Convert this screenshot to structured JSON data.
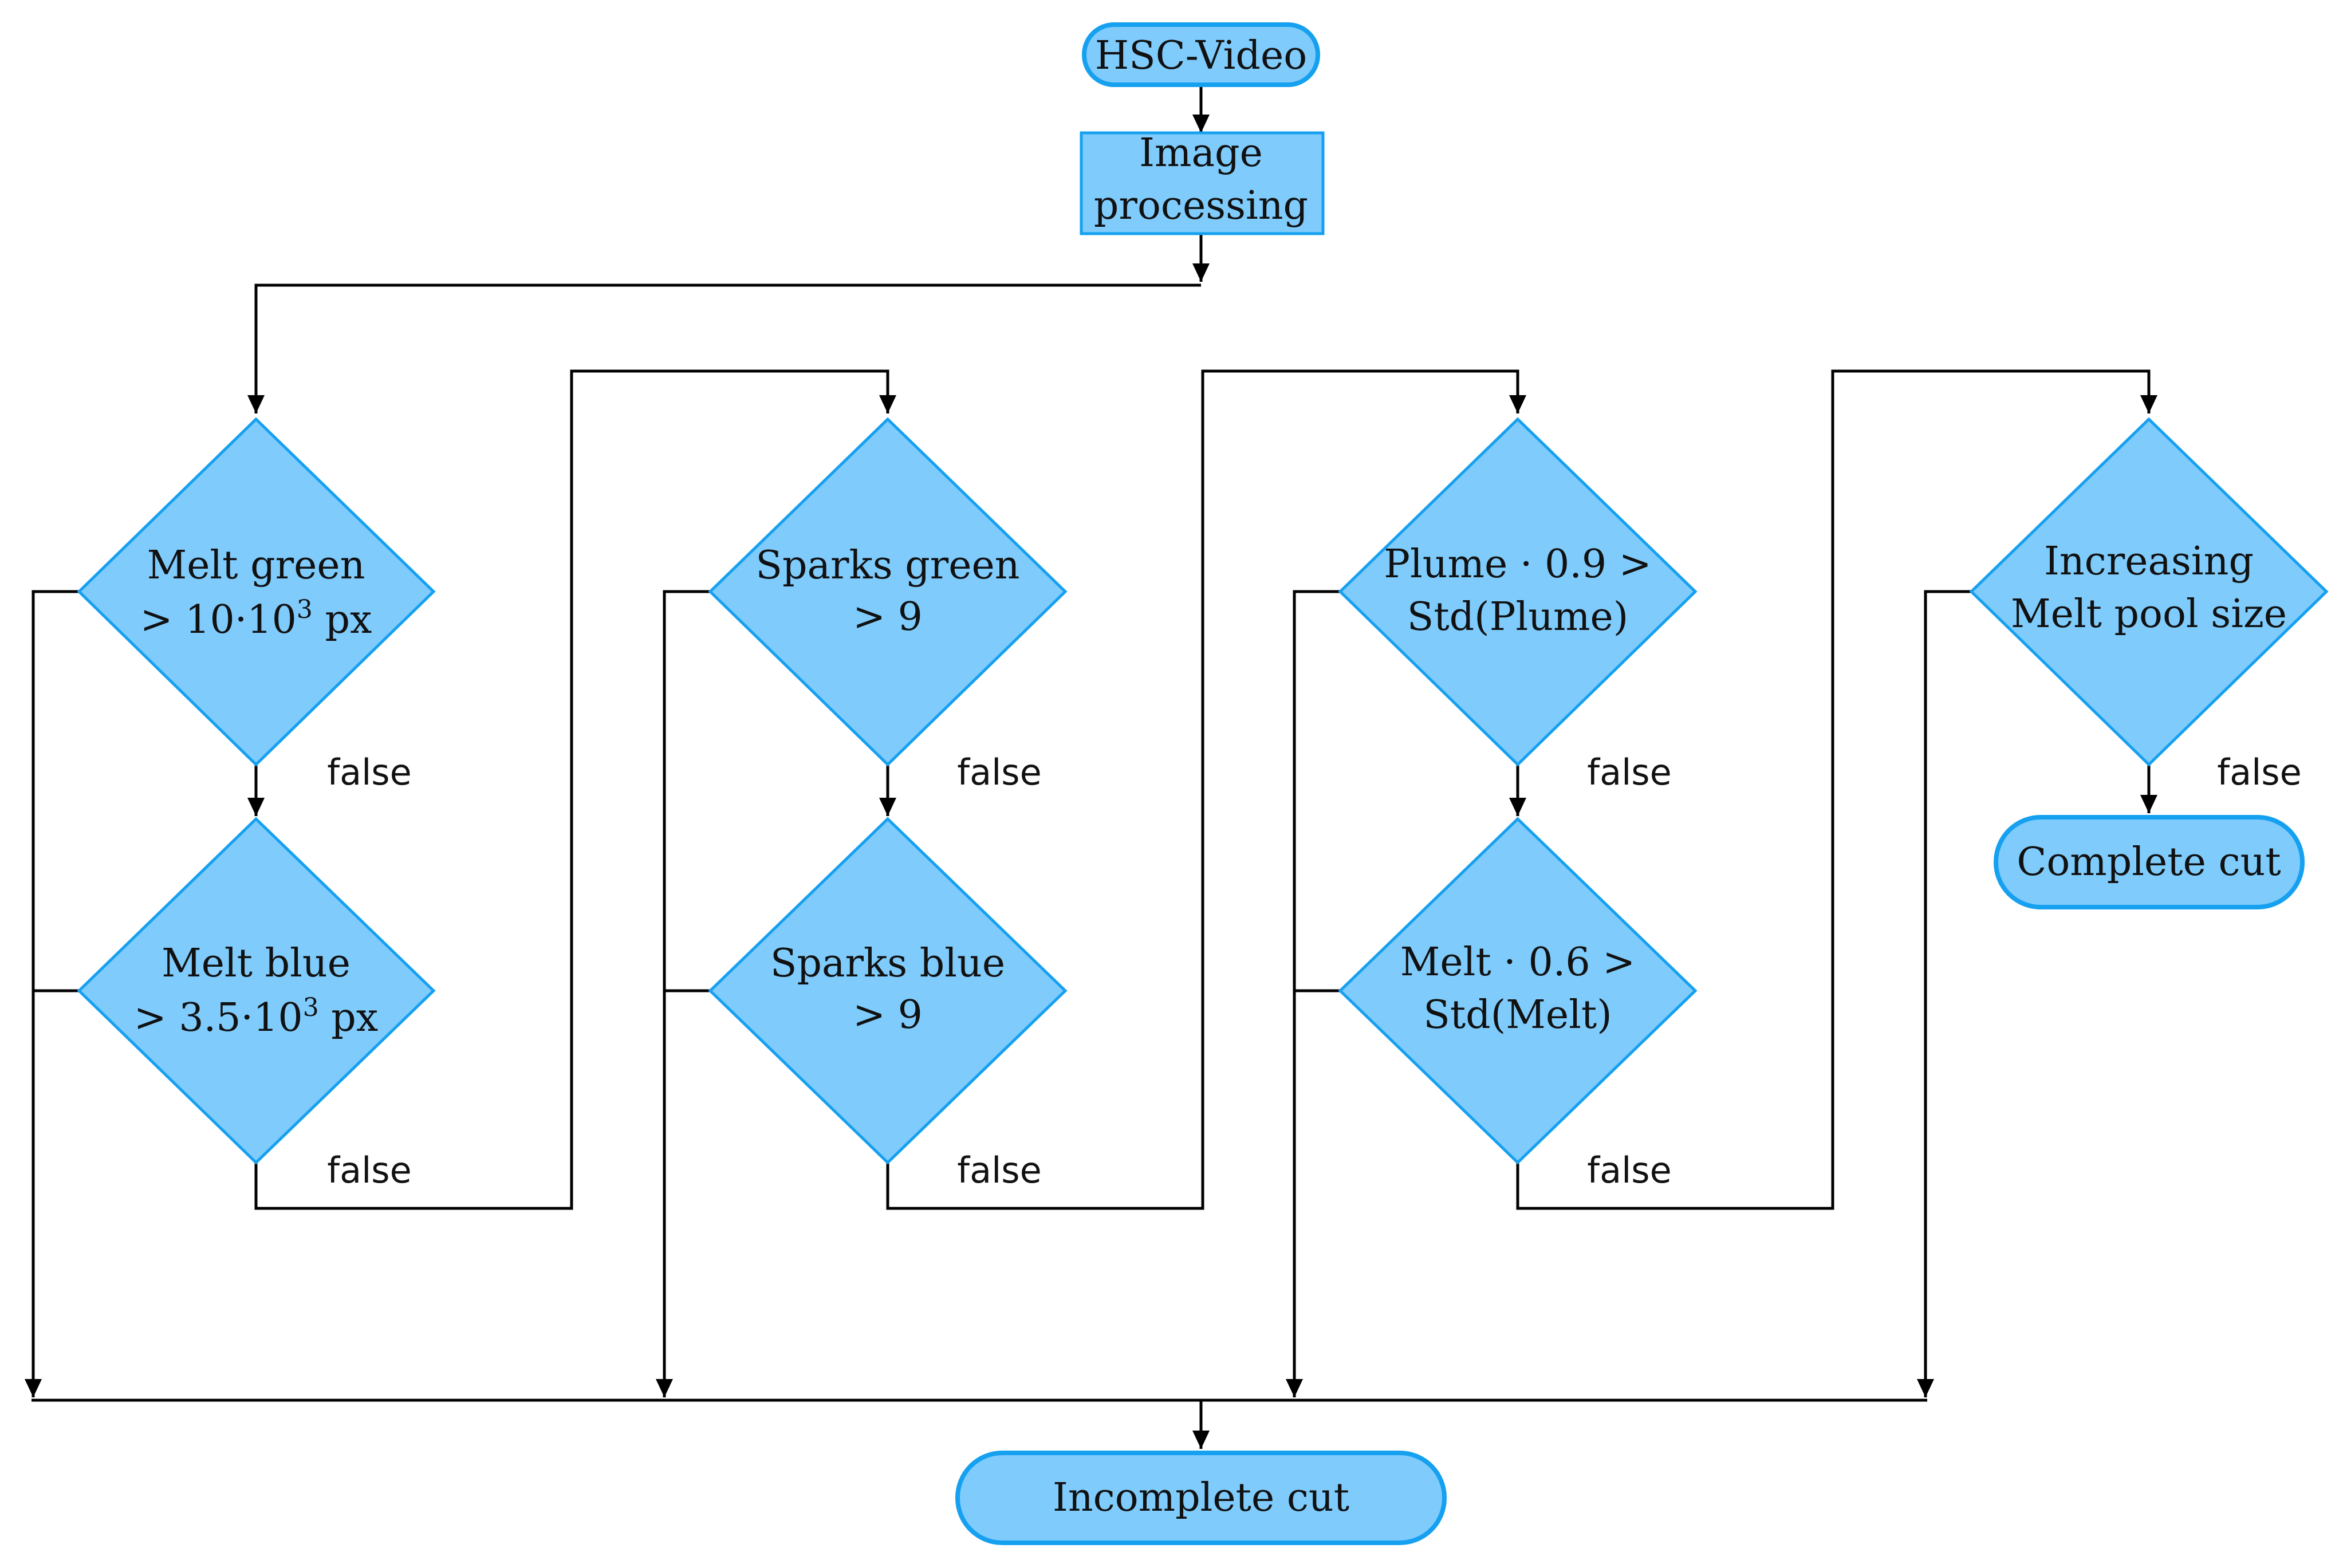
{
  "colors": {
    "node_fill": "#7fcbfc",
    "node_border": "#16a0f0",
    "connector": "#000000"
  },
  "nodes": {
    "start": {
      "label": "HSC-Video"
    },
    "process": {
      "line1": "Image",
      "line2": "processing"
    },
    "d1": {
      "line1": "Melt green",
      "line2_pre": "> 10·10",
      "line2_sup": "3",
      "line2_post": " px"
    },
    "d2": {
      "line1": "Melt blue",
      "line2_pre": "> 3.5·10",
      "line2_sup": "3",
      "line2_post": " px"
    },
    "d3": {
      "line1": "Sparks green",
      "line2": "> 9"
    },
    "d4": {
      "line1": "Sparks blue",
      "line2": "> 9"
    },
    "d5": {
      "line1": "Plume · 0.9 >",
      "line2": "Std(Plume)"
    },
    "d6": {
      "line1": "Melt · 0.6 >",
      "line2": "Std(Melt)"
    },
    "d7": {
      "line1": "Increasing",
      "line2": "Melt pool size"
    },
    "complete": {
      "label": "Complete cut"
    },
    "incomplete": {
      "label": "Incomplete cut"
    }
  },
  "edge_labels": {
    "d1_false": "false",
    "d2_false": "false",
    "d3_false": "false",
    "d4_false": "false",
    "d5_false": "false",
    "d6_false": "false",
    "d7_false": "false"
  }
}
